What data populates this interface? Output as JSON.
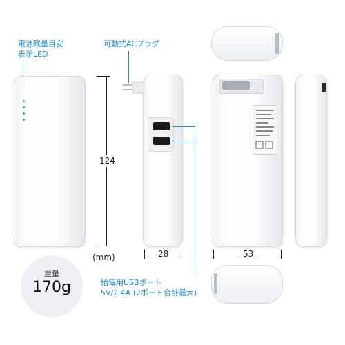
{
  "labels": {
    "led": [
      "電池残量目安",
      "表示LED"
    ],
    "ac_plug": "可動式ACプラグ",
    "usb_port": [
      "給電用USBポート",
      "5V/2.4A (2ポート合計最大)"
    ],
    "unit": "(mm)"
  },
  "dimensions": {
    "height": "124",
    "depth": "28",
    "width": "53"
  },
  "weight": {
    "label": "重量",
    "value": "170g"
  },
  "colors": {
    "accent": "#1a8fd6",
    "led": "#2b9fe8"
  }
}
